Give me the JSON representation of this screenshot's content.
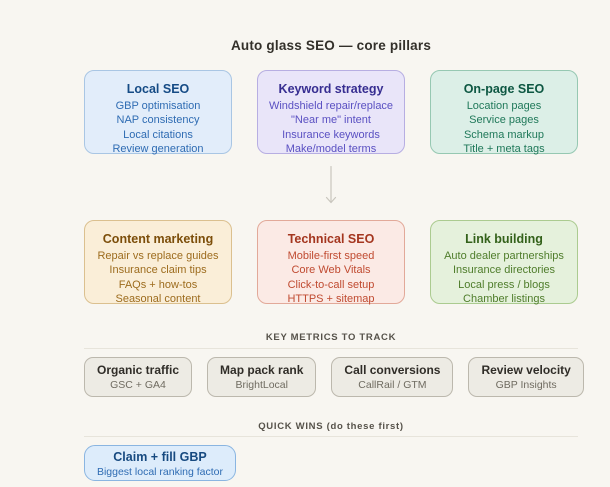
{
  "title": "Auto glass SEO — core pillars",
  "canvas": {
    "background": "#f8f6f1",
    "title_color": "#33302a",
    "section_label_color": "#56524a",
    "divider_color": "#e7e4db"
  },
  "pillars": [
    {
      "id": "local-seo",
      "heading": "Local SEO",
      "items": [
        "GBP optimisation",
        "NAP consistency",
        "Local citations",
        "Review generation"
      ],
      "colors": {
        "bg": "#e2edfa",
        "border": "#a9c6e4",
        "heading": "#154b85",
        "text": "#2f6cb3"
      }
    },
    {
      "id": "keyword-strategy",
      "heading": "Keyword strategy",
      "items": [
        "Windshield repair/replace",
        "\"Near me\" intent",
        "Insurance keywords",
        "Make/model terms"
      ],
      "colors": {
        "bg": "#e9e5f9",
        "border": "#b7aee2",
        "heading": "#372e91",
        "text": "#5a50c2"
      }
    },
    {
      "id": "on-page-seo",
      "heading": "On-page SEO",
      "items": [
        "Location pages",
        "Service pages",
        "Schema markup",
        "Title + meta tags"
      ],
      "colors": {
        "bg": "#dcefe7",
        "border": "#96c8b2",
        "heading": "#0d5742",
        "text": "#20795a"
      }
    },
    {
      "id": "content-marketing",
      "heading": "Content marketing",
      "items": [
        "Repair vs replace guides",
        "Insurance claim tips",
        "FAQs + how-tos",
        "Seasonal content"
      ],
      "colors": {
        "bg": "#faeed8",
        "border": "#dbc08f",
        "heading": "#7c4e0a",
        "text": "#9d6c1e"
      }
    },
    {
      "id": "technical-seo",
      "heading": "Technical SEO",
      "items": [
        "Mobile-first speed",
        "Core Web Vitals",
        "Click-to-call setup",
        "HTTPS + sitemap"
      ],
      "colors": {
        "bg": "#fbeae5",
        "border": "#e2a999",
        "heading": "#a4361f",
        "text": "#c04b31"
      }
    },
    {
      "id": "link-building",
      "heading": "Link building",
      "items": [
        "Auto dealer partnerships",
        "Insurance directories",
        "Local press / blogs",
        "Chamber listings"
      ],
      "colors": {
        "bg": "#e5f1dc",
        "border": "#abcb90",
        "heading": "#33611a",
        "text": "#4f7d2b"
      }
    }
  ],
  "arrow": {
    "from": "keyword-strategy",
    "to": "technical-seo",
    "color": "#c9c6be"
  },
  "metrics_section": {
    "label": "KEY METRICS TO TRACK",
    "box_colors": {
      "bg": "#edebe4",
      "border": "#bcb8ad",
      "name": "#302d28",
      "tool": "#6f6b60"
    },
    "metrics": [
      {
        "name": "Organic traffic",
        "tool": "GSC + GA4"
      },
      {
        "name": "Map pack rank",
        "tool": "BrightLocal"
      },
      {
        "name": "Call conversions",
        "tool": "CallRail / GTM"
      },
      {
        "name": "Review velocity",
        "tool": "GBP Insights"
      }
    ]
  },
  "quick_wins_section": {
    "label": "QUICK WINS (do these first)",
    "box_colors": {
      "bg": "#ddecfb",
      "border": "#8ab5e1",
      "name": "#174a80",
      "note": "#2f6cb3"
    },
    "items": [
      {
        "name": "Claim + fill GBP",
        "note": "Biggest local ranking factor"
      }
    ]
  }
}
